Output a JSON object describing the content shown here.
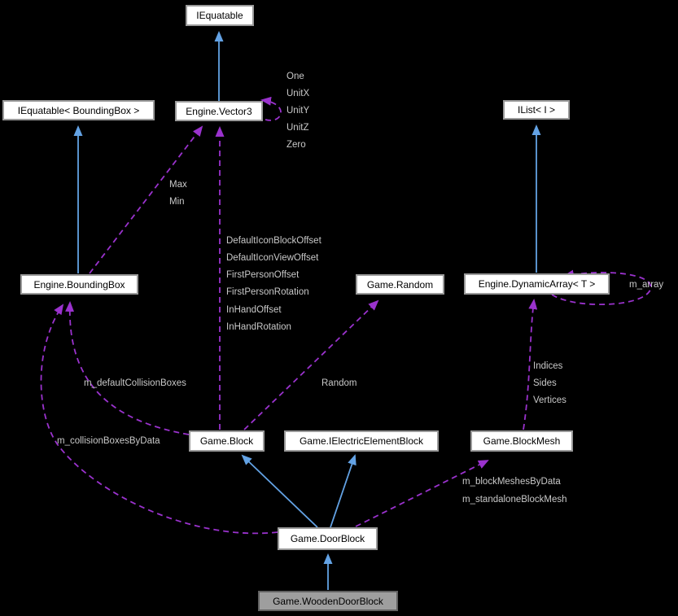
{
  "diagram_type": "collaboration-graph",
  "colors": {
    "background": "#000000",
    "inheritance_arrow": "#63a2e4",
    "usage_arrow": "#9a32cd",
    "node_fill": "#ffffff",
    "node_border": "#9a9a9a",
    "node_text": "#000000",
    "highlight_fill": "#9e9e9e",
    "highlight_border": "#626262",
    "label_text": "#c9c9c9"
  },
  "nodes": [
    {
      "label": "IEquatable",
      "highlighted": false
    },
    {
      "label": "IEquatable< BoundingBox >",
      "highlighted": false
    },
    {
      "label": "Engine.Vector3",
      "highlighted": false
    },
    {
      "label": "IList< I >",
      "highlighted": false
    },
    {
      "label": "Engine.BoundingBox",
      "highlighted": false
    },
    {
      "label": "Game.Random",
      "highlighted": false
    },
    {
      "label": "Engine.DynamicArray< T >",
      "highlighted": false
    },
    {
      "label": "Game.Block",
      "highlighted": false
    },
    {
      "label": "Game.IElectricElementBlock",
      "highlighted": false
    },
    {
      "label": "Game.BlockMesh",
      "highlighted": false
    },
    {
      "label": "Game.DoorBlock",
      "highlighted": false
    },
    {
      "label": "Game.WoodenDoorBlock",
      "highlighted": true
    }
  ],
  "edge_labels": {
    "vector3_statics": [
      "One",
      "UnitX",
      "UnitY",
      "UnitZ",
      "Zero"
    ],
    "boundingbox_to_vector3": [
      "Max",
      "Min"
    ],
    "block_to_vector3": [
      "DefaultIconBlockOffset",
      "DefaultIconViewOffset",
      "FirstPersonOffset",
      "FirstPersonRotation",
      "InHandOffset",
      "InHandRotation"
    ],
    "block_to_boundingbox": "m_defaultCollisionBoxes",
    "doorblock_to_boundingbox": "m_collisionBoxesByData",
    "block_to_random": "Random",
    "blockmesh_to_dynamicarray": [
      "Indices",
      "Sides",
      "Vertices"
    ],
    "dynamicarray_self": "m_array",
    "doorblock_to_blockmesh": [
      "m_blockMeshesByData",
      "m_standaloneBlockMesh"
    ]
  }
}
